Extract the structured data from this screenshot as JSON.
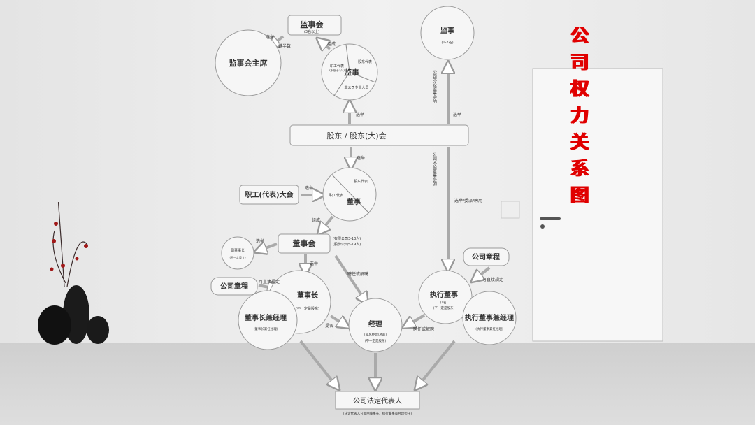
{
  "title": "公司权力关系图",
  "title_color": "#e00000",
  "title_chars": [
    "公",
    "司",
    "权",
    "力",
    "关",
    "系",
    "图"
  ],
  "nodes": {
    "supervisory_board": {
      "label": "监事会",
      "sub": "(3名以上)"
    },
    "supervisory_chair": {
      "label": "监事会主席"
    },
    "supervisors_pie": {
      "label": "监事",
      "seg1": "职工代表",
      "seg1_sub": "(不低于1/3)",
      "seg2": "股东代表",
      "seg3": "非公司专业人员"
    },
    "supervisor_single": {
      "label": "监事",
      "sub": "(1-2名)"
    },
    "shareholders": {
      "label": "股东 / 股东(大)会"
    },
    "employee_congress": {
      "label": "职工(代表)大会"
    },
    "directors_pie": {
      "label": "董事",
      "seg1": "职工代表",
      "seg2": "股东代表"
    },
    "board": {
      "label": "董事会",
      "note1": "(有限公司3-13人)",
      "note2": "(股份公司5-19人)"
    },
    "vice_chair": {
      "label": "副董事长",
      "sub": "(不一定设立)"
    },
    "articles_left": {
      "label": "公司章程"
    },
    "articles_right": {
      "label": "公司章程"
    },
    "chairman": {
      "label": "董事长",
      "sub": "(不一定是股东)"
    },
    "chairman_manager": {
      "label": "董事长兼经理",
      "sub": "(董事长兼任经理)"
    },
    "manager": {
      "label": "经理",
      "sub1": "(或总经理/总裁)",
      "sub2": "(不一定是股东)"
    },
    "exec_director": {
      "label": "执行董事",
      "sub1": "(1名)",
      "sub2": "(不一定是股东)"
    },
    "exec_director_manager": {
      "label": "执行董事兼经理",
      "sub": "(执行董事兼任经理)"
    },
    "legal_rep": {
      "label": "公司法定代表人",
      "note": "(法定代表人只能由董事长、执行董事或经理担任)"
    }
  },
  "edges": {
    "elect_chair": "选举",
    "majority": "过半数",
    "compose_sup": "组成",
    "elect_sup": "选举",
    "no_sup_board": "公司不设监事会的",
    "elect_single_sup": "选举",
    "elect_dir": "选举",
    "elect_emp": "选举",
    "compose_board": "组成",
    "elect_vice": "选举",
    "elect_chairman": "选举",
    "hire_fire_1": "聘任或解聘",
    "direct_left": "可直接规定",
    "nominate": "提名",
    "hire_fire_2": "聘任或解聘",
    "direct_right": "可直接规定",
    "no_board": "公司不设董事会的",
    "elect_appoint": "选举/委派/聘用"
  }
}
